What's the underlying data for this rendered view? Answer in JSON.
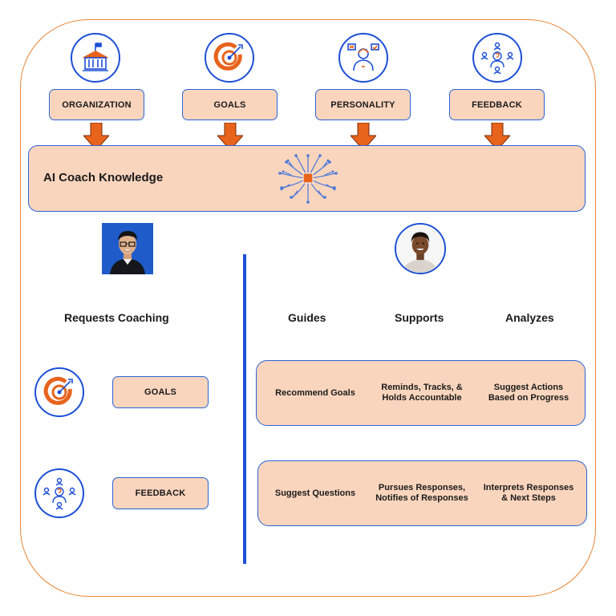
{
  "colors": {
    "accent_orange": "#e8631c",
    "accent_blue": "#1d4fd6",
    "box_fill": "#fad5bd"
  },
  "top_inputs": [
    {
      "label": "ORGANIZATION",
      "icon": "organization-building-icon"
    },
    {
      "label": "GOALS",
      "icon": "target-goal-icon"
    },
    {
      "label": "PERSONALITY",
      "icon": "personality-person-icon"
    },
    {
      "label": "FEEDBACK",
      "icon": "feedback-network-icon"
    }
  ],
  "knowledge": {
    "title": "AI Coach Knowledge",
    "icon": "ai-brain-chip-icon"
  },
  "user_side": {
    "heading": "Requests Coaching",
    "avatar": "user-photo",
    "items": [
      {
        "label": "GOALS",
        "icon": "target-goal-icon"
      },
      {
        "label": "FEEDBACK",
        "icon": "feedback-network-icon"
      }
    ]
  },
  "coach_side": {
    "avatar": "ai-coach-photo",
    "columns": [
      "Guides",
      "Supports",
      "Analyzes"
    ],
    "rows": [
      [
        "Recommend Goals",
        "Reminds, Tracks, &\nHolds Accountable",
        "Suggest Actions\nBased on Progress"
      ],
      [
        "Suggest Questions",
        "Pursues Responses,\nNotifies of Responses",
        "Interprets Responses\n& Next Steps"
      ]
    ]
  }
}
